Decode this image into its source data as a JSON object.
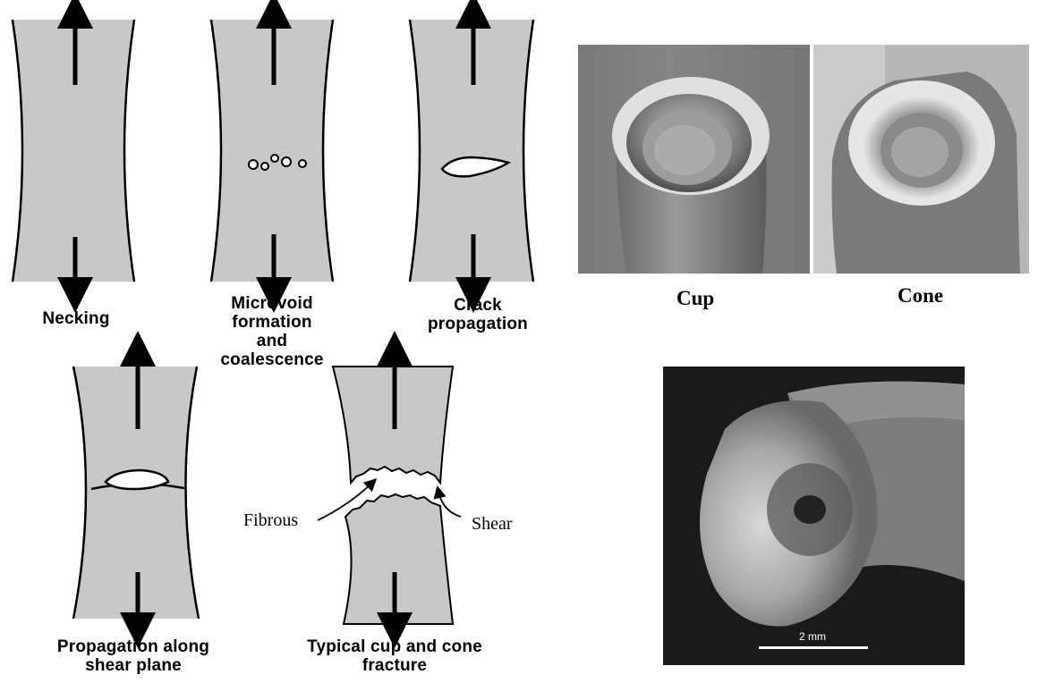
{
  "stages": {
    "necking": "Necking",
    "microvoid": "Microvoid formation and coalescence",
    "crack": "Crack propagation",
    "shear_plane": "Propagation along shear plane",
    "cup_cone": "Typical cup and cone fracture"
  },
  "annotations": {
    "fibrous": "Fibrous",
    "shear": "Shear"
  },
  "photos": {
    "cup": "Cup",
    "cone": "Cone",
    "scale": "2 mm"
  }
}
